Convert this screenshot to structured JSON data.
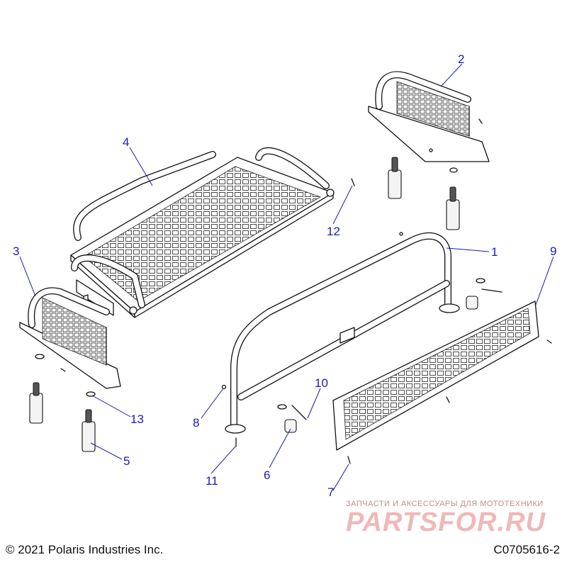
{
  "callouts": [
    "1",
    "2",
    "3",
    "4",
    "5",
    "6",
    "7",
    "8",
    "9",
    "10",
    "11",
    "12",
    "13"
  ],
  "footer": {
    "copyright": "© 2021 Polaris Industries Inc.",
    "figure_code": "C0705616-2"
  },
  "watermark": {
    "tagline": "ЗАПЧАСТИ И АКСЕССУАРЫ ДЛЯ МОТОТЕХНИКИ",
    "brand": "PARTSFOR.RU"
  }
}
